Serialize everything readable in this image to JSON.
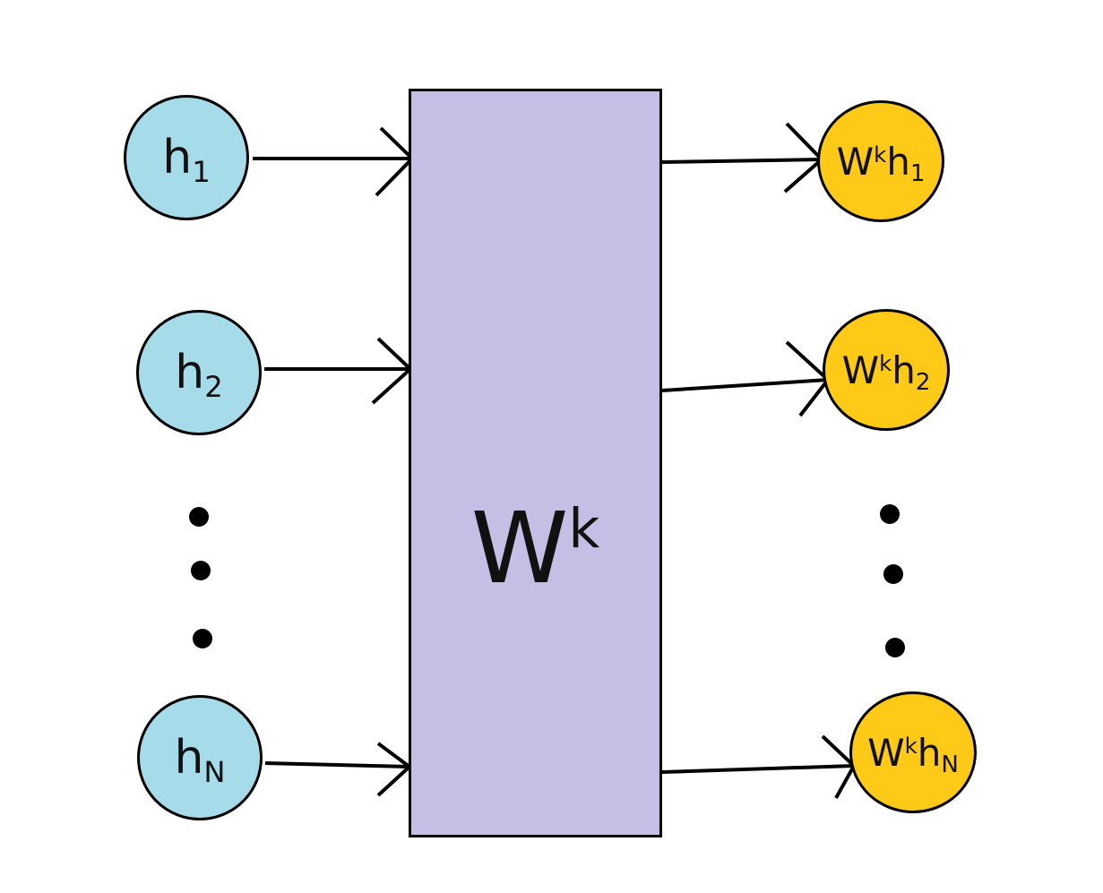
{
  "inputs": [
    {
      "base": "h",
      "sub": "1"
    },
    {
      "base": "h",
      "sub": "2"
    },
    {
      "base": "h",
      "sub": "N"
    }
  ],
  "matrix": {
    "base": "W",
    "sup": "k"
  },
  "outputs": [
    {
      "base": "W",
      "sup": "k",
      "mid": "h",
      "sub": "1"
    },
    {
      "base": "W",
      "sup": "k",
      "mid": "h",
      "sub": "2"
    },
    {
      "base": "W",
      "sup": "k",
      "mid": "h",
      "sub": "N"
    }
  ],
  "colors": {
    "input_fill": "#a6dbea",
    "matrix_fill": "#c6bfe5",
    "output_fill": "#ffc917",
    "stroke": "#000000"
  }
}
